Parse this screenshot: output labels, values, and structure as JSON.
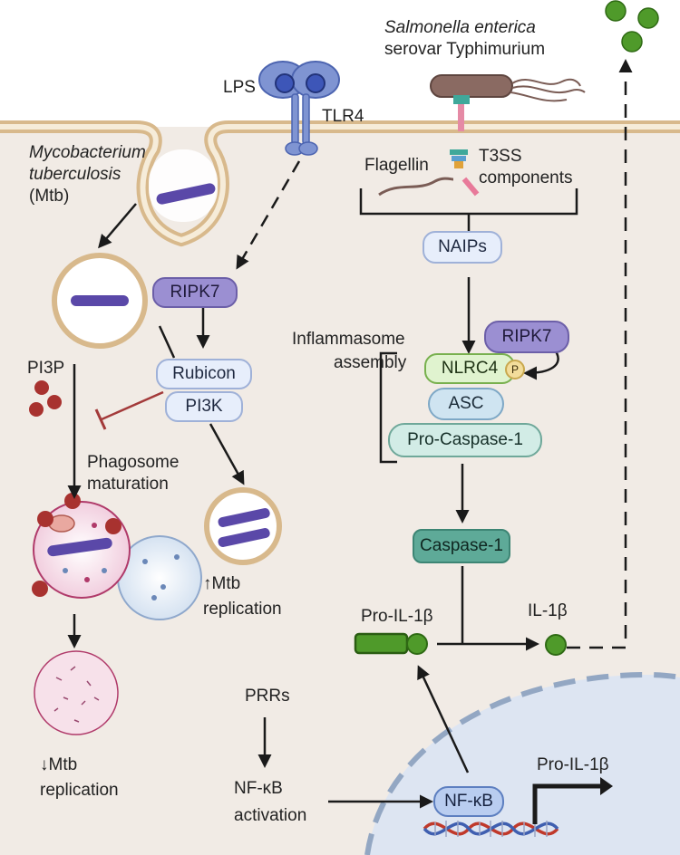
{
  "labels": {
    "salmonella_line1": "Salmonella enterica",
    "salmonella_line2": "serovar Typhimurium",
    "lps": "LPS",
    "tlr4": "TLR4",
    "mtb_line1": "Mycobacterium",
    "mtb_line2": "tuberculosis",
    "mtb_line3": "(Mtb)",
    "flagellin": "Flagellin",
    "t3ss_line1": "T3SS",
    "t3ss_line2": "components",
    "naips": "NAIPs",
    "ripk7_left": "RIPK7",
    "ripk7_right": "RIPK7",
    "inflammasome_line1": "Inflammasome",
    "inflammasome_line2": "assembly",
    "pi3p": "PI3P",
    "rubicon": "Rubicon",
    "pi3k": "PI3K",
    "nlrc4": "NLRC4",
    "p_badge": "P",
    "asc": "ASC",
    "procaspase1": "Pro-Caspase-1",
    "phagosome_line1": "Phagosome",
    "phagosome_line2": "maturation",
    "up_mtb_line1": "↑Mtb",
    "up_mtb_line2": "replication",
    "caspase1": "Caspase-1",
    "pro_il1b_top": "Pro-IL-1β",
    "il1b": "IL-1β",
    "down_mtb_line1": "↓Mtb",
    "down_mtb_line2": "replication",
    "prrs": "PRRs",
    "nfkb_activation_line1": "NF-κB",
    "nfkb_activation_line2": "activation",
    "nfkb_box": "NF-κB",
    "pro_il1b_gene": "Pro-IL-1β"
  },
  "colors": {
    "cytoplasm": "#f1ebe5",
    "membrane": "#d8b98c",
    "nucleus": "#dde5f2",
    "nucleus_border": "#93a7c3",
    "mtb_bacillus": "#5a48a8",
    "il1b_green": "#4f9a2a",
    "inhibition": "#a33a3a",
    "dna_red": "#c0392b",
    "dna_blue": "#3f5fb0"
  }
}
